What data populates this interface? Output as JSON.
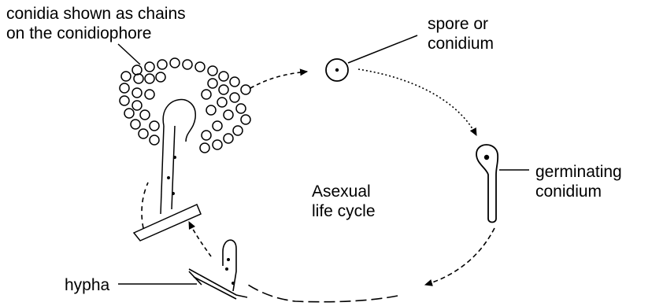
{
  "labels": {
    "conidia_line1": "conidia shown as chains",
    "conidia_line2": "on the conidiophore",
    "spore_line1": "spore or",
    "spore_line2": "conidium",
    "germinating_line1": "germinating",
    "germinating_line2": "conidium",
    "center_line1": "Asexual",
    "center_line2": "life cycle",
    "hypha": "hypha"
  },
  "colors": {
    "ink": "#000000",
    "background": "#ffffff"
  }
}
